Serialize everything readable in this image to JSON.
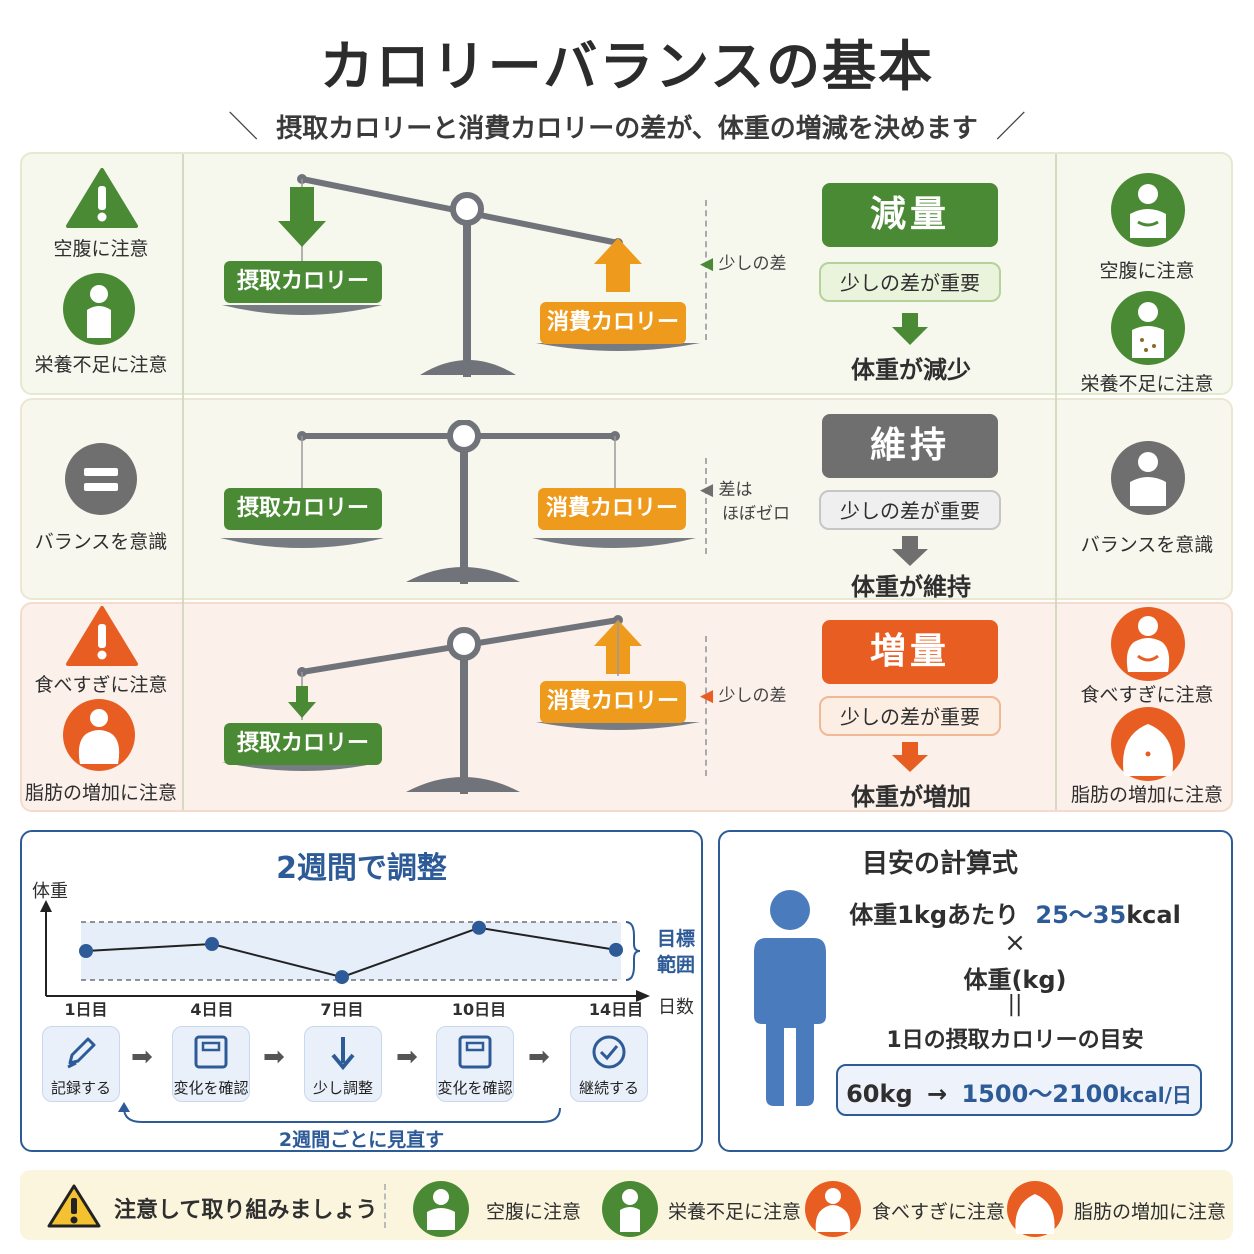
{
  "title": "カロリーバランスの基本",
  "subtitle": "摂取カロリーと消費カロリーの差が、体重の増減を決めます",
  "colors": {
    "green": "#4b8a35",
    "gray": "#6f6f6f",
    "orange": "#e85e22",
    "amber": "#ee9a1d",
    "blue": "#2d5b97"
  },
  "rows": {
    "lose": {
      "left": [
        "空腹に注意",
        "栄養不足に注意"
      ],
      "intake": "摂取カロリー",
      "burn": "消費カロリー",
      "diff": "少しの差",
      "status": "減量",
      "note": "少しの差が重要",
      "result": "体重が減少",
      "right": [
        "空腹に注意",
        "栄養不足に注意"
      ]
    },
    "keep": {
      "left": [
        "バランスを意識"
      ],
      "intake": "摂取カロリー",
      "burn": "消費カロリー",
      "diff": [
        "差は",
        "ほぼゼロ"
      ],
      "status": "維持",
      "note": "少しの差が重要",
      "result": "体重が維持",
      "right": [
        "バランスを意識"
      ]
    },
    "gain": {
      "left": [
        "食べすぎに注意",
        "脂肪の増加に注意"
      ],
      "intake": "摂取カロリー",
      "burn": "消費カロリー",
      "diff": "少しの差",
      "status": "増量",
      "note": "少しの差が重要",
      "result": "体重が増加",
      "right": [
        "食べすぎに注意",
        "脂肪の増加に注意"
      ]
    }
  },
  "adjust": {
    "title": "2週間で調整",
    "y_label": "体重",
    "x_label": "日数",
    "band_label": [
      "目標",
      "範囲"
    ],
    "cycle_label": "2週間ごとに見直す",
    "steps": [
      "記録する",
      "変化を確認",
      "少し調整",
      "変化を確認",
      "継続する"
    ]
  },
  "chart_data": {
    "type": "line",
    "x": [
      "1日目",
      "4日目",
      "7日目",
      "10日目",
      "14日目"
    ],
    "values": [
      0.5,
      0.62,
      0.05,
      0.9,
      0.52
    ],
    "band": [
      0,
      1
    ],
    "xlabel": "日数",
    "ylabel": "体重"
  },
  "formula": {
    "title": "目安の計算式",
    "line1_prefix": "体重1kgあたり",
    "line1_value": "25〜35",
    "line1_unit": "kcal",
    "times": "×",
    "line2": "体重(kg)",
    "equals": "||",
    "line3": "1日の摂取カロリーの目安",
    "example_weight": "60kg",
    "example_arrow": "→",
    "example_value": "1500〜2100",
    "example_unit": "kcal/日"
  },
  "bottom": {
    "caution": "注意して取り組みましょう",
    "items": [
      "空腹に注意",
      "栄養不足に注意",
      "食べすぎに注意",
      "脂肪の増加に注意"
    ]
  }
}
